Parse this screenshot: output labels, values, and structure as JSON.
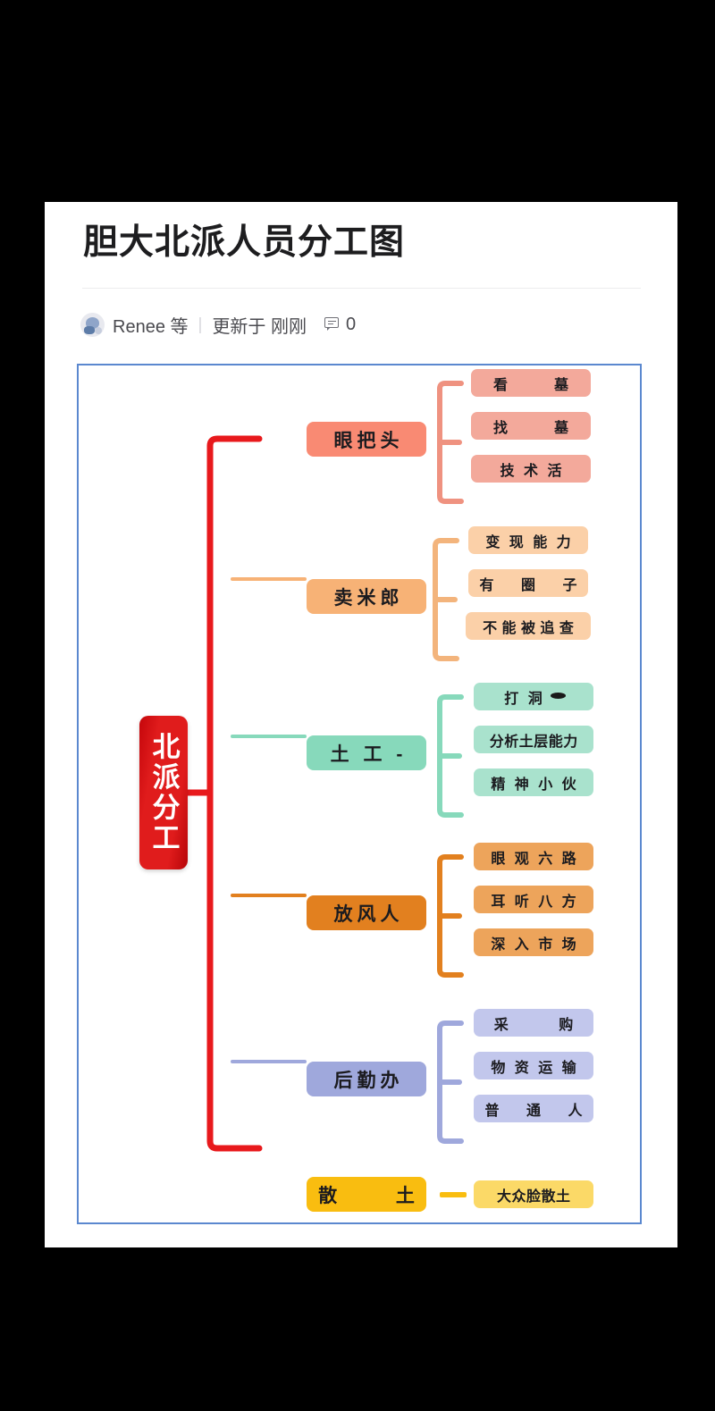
{
  "document": {
    "title": "胆大北派人员分工图",
    "meta": {
      "author": "Renee 等",
      "separator": "|",
      "updated": "更新于 刚刚",
      "comment_icon": "comment-icon",
      "comment_count": "0"
    }
  },
  "colors": {
    "card_background": "#ffffff",
    "page_background": "#000000",
    "frame_border": "#5b88cf",
    "root_red": "#e01c1c",
    "branch_1": "#f98a73",
    "leaf_1": "#f3a99b",
    "branch_2": "#f7b276",
    "leaf_2": "#fbd0a8",
    "branch_3": "#87d9bb",
    "leaf_3": "#a9e2cd",
    "branch_4": "#e2801f",
    "leaf_4": "#eda45b",
    "branch_5": "#9fa8dc",
    "leaf_5": "#c2c7ec",
    "branch_6": "#f9bd10",
    "leaf_6": "#fbd967"
  },
  "chart_data": {
    "type": "diagram",
    "layout": "mind-map-horizontal",
    "title": "胆大北派人员分工图",
    "root": {
      "label": "北派分工",
      "orientation": "vertical",
      "color": "#e01c1c",
      "text_color": "#ffffff"
    },
    "branches": [
      {
        "label": "眼把头",
        "color": "#f98a73",
        "leaf_color": "#f3a99b",
        "connector_color": "#e01c1c",
        "children": [
          "看    墓",
          "找    墓",
          "技 术 活"
        ]
      },
      {
        "label": "卖米郎",
        "color": "#f7b276",
        "leaf_color": "#fbd0a8",
        "connector_color": "#f7b276",
        "children": [
          "变 现 能 力",
          "有  圈  子",
          "不 能 被 追 查"
        ]
      },
      {
        "label": "土 工 -",
        "color": "#87d9bb",
        "leaf_color": "#a9e2cd",
        "connector_color": "#87d9bb",
        "children": [
          "打 洞",
          "分析土层能力",
          "精 神 小 伙"
        ]
      },
      {
        "label": "放风人",
        "color": "#e2801f",
        "leaf_color": "#eda45b",
        "connector_color": "#e2801f",
        "children": [
          "眼 观 六 路",
          "耳 听 八 方",
          "深 入 市 场"
        ]
      },
      {
        "label": "后勤办",
        "color": "#9fa8dc",
        "leaf_color": "#c2c7ec",
        "connector_color": "#9fa8dc",
        "children": [
          "采    购",
          "物 资 运 输",
          "普  通  人"
        ]
      },
      {
        "label": "散  土",
        "color": "#f9bd10",
        "leaf_color": "#fbd967",
        "connector_color": "#e01c1c",
        "children": [
          "大众脸散土"
        ]
      }
    ]
  },
  "nodes": {
    "root_label": "北派分工",
    "b1": {
      "label": "眼把头",
      "c1": "看",
      "c1b": "墓",
      "c2": "找",
      "c2b": "墓",
      "c3": "技 术 活"
    },
    "b2": {
      "label": "卖米郎",
      "c1": "变 现 能 力",
      "c2": "有 圈 子",
      "c3": "不 能 被 追 查"
    },
    "b3": {
      "label": "土 工 -",
      "c1": "打 洞",
      "c2": "分析土层能力",
      "c3": "精 神 小 伙"
    },
    "b4": {
      "label": "放风人",
      "c1": "眼 观 六 路",
      "c2": "耳 听 八 方",
      "c3": "深 入 市 场"
    },
    "b5": {
      "label": "后勤办",
      "c1": "采 购",
      "c2": "物 资 运 输",
      "c3": "普 通 人"
    },
    "b6": {
      "label": "散 土",
      "c1": "大众脸散土"
    }
  }
}
